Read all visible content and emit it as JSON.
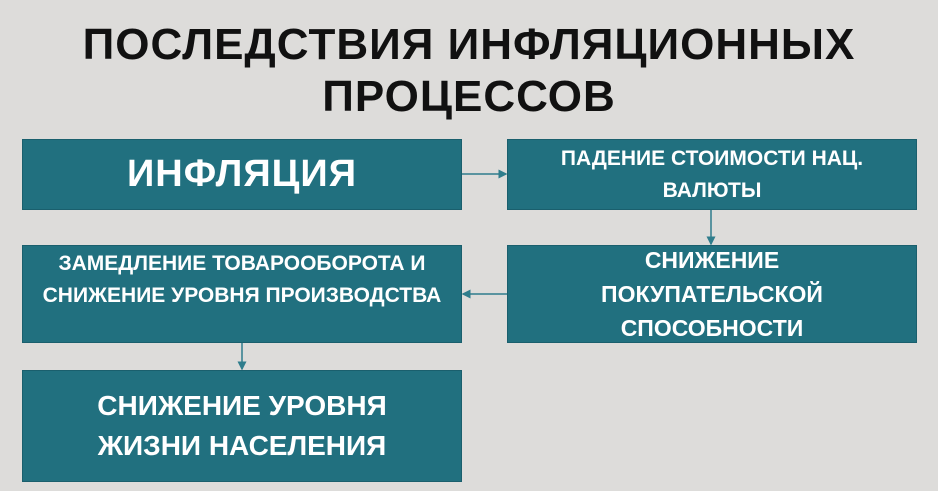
{
  "title": {
    "line1": "ПОСЛЕДСТВИЯ ИНФЛЯЦИОННЫХ",
    "line2": "ПРОЦЕССОВ"
  },
  "boxes": {
    "inflation": "ИНФЛЯЦИЯ",
    "currency_drop": "ПАДЕНИЕ СТОИМОСТИ НАЦ. ВАЛЮТЫ",
    "purchasing_power": "СНИЖЕНИЕ ПОКУПАТЕЛЬСКОЙ СПОСОБНОСТИ",
    "trade_slowdown": "ЗАМЕДЛЕНИЕ ТОВАРООБОРОТА И СНИЖЕНИЕ УРОВНЯ ПРОИЗВОДСТВА",
    "living_standard": "СНИЖЕНИЕ УРОВНЯ ЖИЗНИ НАСЕЛЕНИЯ"
  },
  "colors": {
    "box": "#21707f",
    "background": "#dddcda"
  }
}
